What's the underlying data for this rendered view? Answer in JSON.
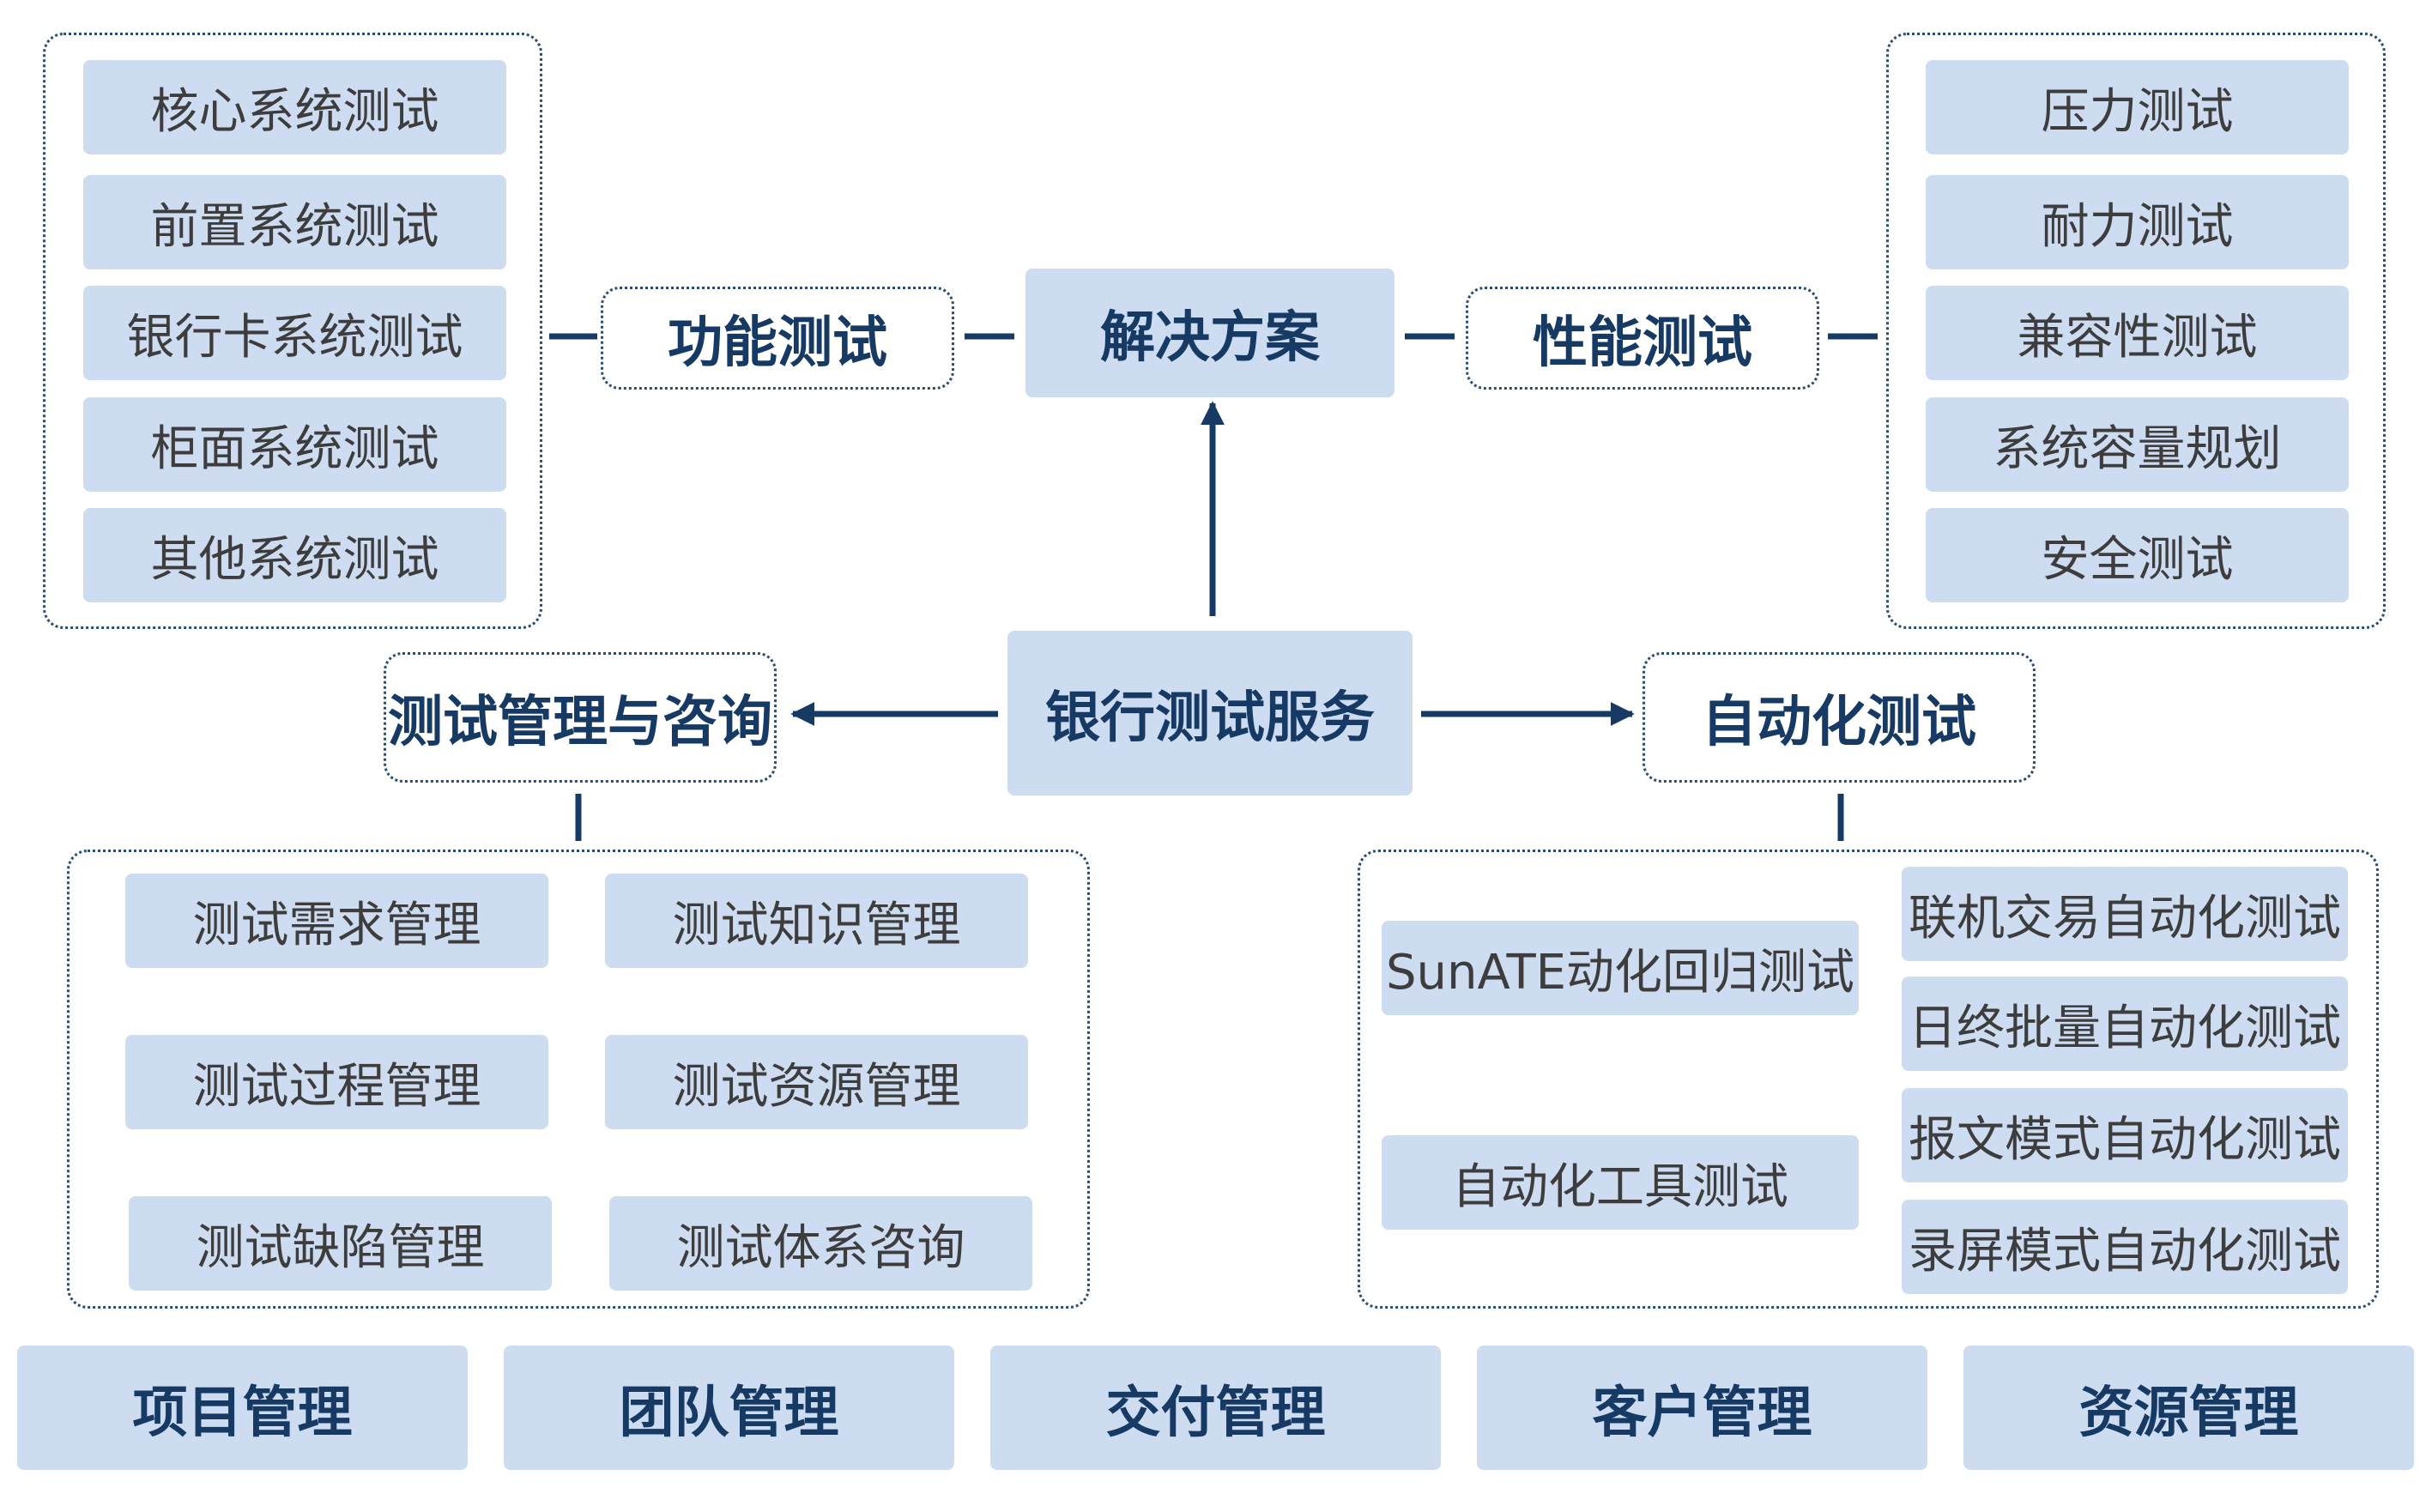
{
  "center": "银行测试服务",
  "solution": "解决方案",
  "functional": {
    "title": "功能测试",
    "items": [
      "核心系统测试",
      "前置系统测试",
      "银行卡系统测试",
      "柜面系统测试",
      "其他系统测试"
    ]
  },
  "performance": {
    "title": "性能测试",
    "items": [
      "压力测试",
      "耐力测试",
      "兼容性测试",
      "系统容量规划",
      "安全测试"
    ]
  },
  "management": {
    "title": "测试管理与咨询",
    "items": [
      "测试需求管理",
      "测试知识管理",
      "测试过程管理",
      "测试资源管理",
      "测试缺陷管理",
      "测试体系咨询"
    ]
  },
  "automation": {
    "title": "自动化测试",
    "left_items": [
      "SunATE动化回归测试",
      "自动化工具测试"
    ],
    "right_items": [
      "联机交易自动化测试",
      "日终批量自动化测试",
      "报文模式自动化测试",
      "录屏模式自动化测试"
    ]
  },
  "bottom": [
    "项目管理",
    "团队管理",
    "交付管理",
    "客户管理",
    "资源管理"
  ],
  "colors": {
    "box_fill": "#cddcf1",
    "line": "#163a63",
    "title_text": "#163a63",
    "body_text": "#3d3d3d"
  }
}
